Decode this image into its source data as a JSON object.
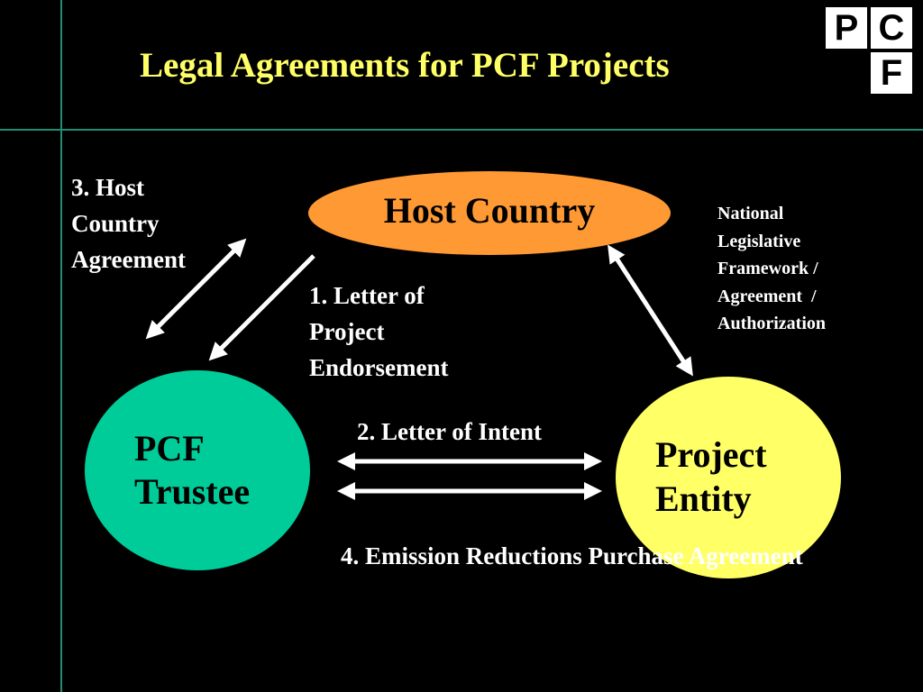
{
  "slide": {
    "title": "Legal Agreements for PCF Projects",
    "colors": {
      "background": "#000000",
      "title": "#ffff66",
      "rule_lines": "#1f8f74",
      "host_country": "#ff9933",
      "pcf_trustee": "#00cc99",
      "project_entity": "#ffff66",
      "arrows": "#ffffff"
    }
  },
  "logo": {
    "letters": [
      "P",
      "C",
      "F"
    ]
  },
  "nodes": {
    "host_country": "Host Country",
    "pcf_trustee": "PCF\nTrustee",
    "project_entity": "Project\nEntity"
  },
  "labels": {
    "host_country_agreement": "3. Host\nCountry\nAgreement",
    "letter_of_endorsement": "1. Letter of\nProject\nEndorsement",
    "letter_of_intent": "2. Letter of Intent",
    "erpa": "4. Emission Reductions\nPurchase Agreement",
    "national_framework": "National\nLegislative\nFramework /\nAgreement  /\nAuthorization"
  },
  "arrows": [
    {
      "name": "host-country-agreement-arrow",
      "type": "double"
    },
    {
      "name": "endorsement-arrow",
      "type": "single"
    },
    {
      "name": "national-framework-arrow",
      "type": "double"
    },
    {
      "name": "letter-of-intent-arrow",
      "type": "double"
    },
    {
      "name": "erpa-arrow",
      "type": "double"
    }
  ]
}
